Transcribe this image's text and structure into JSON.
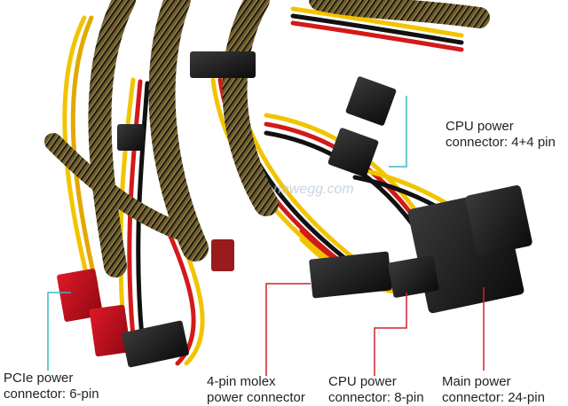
{
  "watermark": "newegg.com",
  "callouts": {
    "cpu_44": {
      "line1": "CPU power",
      "line2": "connector: 4+4 pin",
      "color": "#3ab8c4"
    },
    "pcie": {
      "line1": "PCIe power",
      "line2": "connector: 6-pin",
      "color": "#3ab8c4"
    },
    "molex": {
      "line1": "4-pin molex",
      "line2": "power connector",
      "color": "#d0202a"
    },
    "cpu_8": {
      "line1": "CPU power",
      "line2": "connector: 8-pin",
      "color": "#d0202a"
    },
    "main": {
      "line1": "Main power",
      "line2": "connector: 24-pin",
      "color": "#d0202a"
    }
  }
}
